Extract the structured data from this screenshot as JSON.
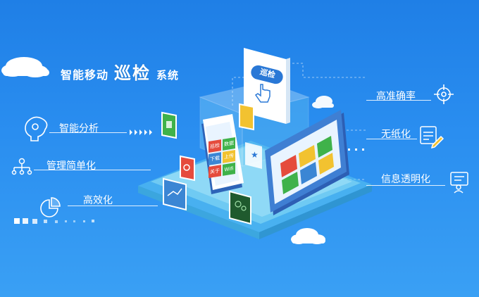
{
  "title": {
    "part1": "智能移动",
    "part2": "巡检",
    "part3": "系统"
  },
  "features_left": [
    {
      "label": "智能分析",
      "icon": "brain-gear-icon"
    },
    {
      "label": "管理简单化",
      "icon": "org-chart-icon"
    },
    {
      "label": "高效化",
      "icon": "pie-chart-icon"
    }
  ],
  "features_right": [
    {
      "label": "高准确率",
      "icon": "crosshair-icon"
    },
    {
      "label": "无纸化",
      "icon": "paper-pen-icon"
    },
    {
      "label": "信息透明化",
      "icon": "info-card-icon"
    }
  ],
  "hero_sign": "巡检",
  "phone_tiles": [
    "巡检",
    "数据",
    "下载",
    "上传",
    "关于",
    "Wifi"
  ],
  "colors": {
    "background": "#2a8ef0",
    "accent_green": "#3fb24a",
    "accent_red": "#e54b3c",
    "accent_yellow": "#f2c230",
    "platform": "#6fd3f2"
  }
}
